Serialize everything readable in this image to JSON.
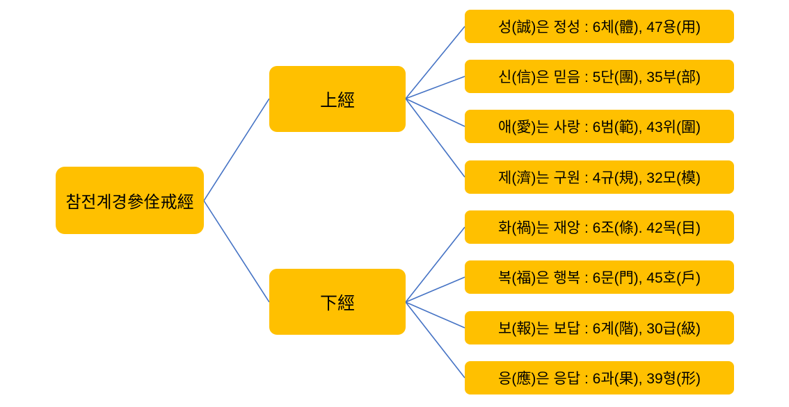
{
  "colors": {
    "box_fill": "#FFC000",
    "connector": "#4472C4",
    "text": "#000000",
    "background": "#FFFFFF"
  },
  "diagram": {
    "type": "tree",
    "root": {
      "label": "참전계경參佺戒經"
    },
    "branches": [
      {
        "label": "上經",
        "children": [
          {
            "label": "성(誠)은 정성 : 6체(體), 47용(用)"
          },
          {
            "label": "신(信)은 믿음 : 5단(團), 35부(部)"
          },
          {
            "label": "애(愛)는 사랑 : 6범(範), 43위(圍)"
          },
          {
            "label": "제(濟)는 구원 : 4규(規), 32모(模)"
          }
        ]
      },
      {
        "label": "下經",
        "children": [
          {
            "label": "화(禍)는 재앙 : 6조(條). 42목(目)"
          },
          {
            "label": "복(福)은 행복 : 6문(門), 45호(戶)"
          },
          {
            "label": "보(報)는 보답 : 6계(階), 30급(級)"
          },
          {
            "label": "응(應)은 응답 : 6과(果), 39형(形)"
          }
        ]
      }
    ]
  }
}
